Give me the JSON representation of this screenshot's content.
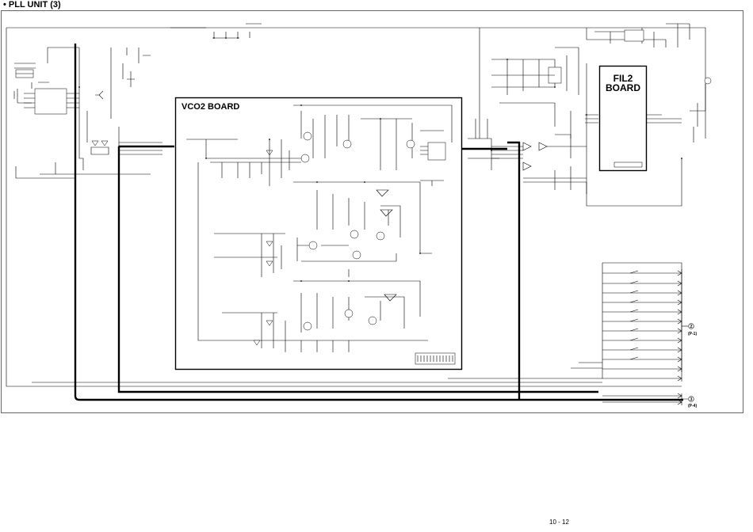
{
  "title": "• PLL UNIT (3)",
  "page_number": "10 - 12",
  "boards": {
    "vco2": "VCO2 BOARD",
    "fil2_line1": "FIL2",
    "fil2_line2": "BOARD"
  },
  "connectors": {
    "p1_num": "2",
    "p1_ref": "(P-1)",
    "p4_num": "3",
    "p4_ref": "(P-4)"
  }
}
